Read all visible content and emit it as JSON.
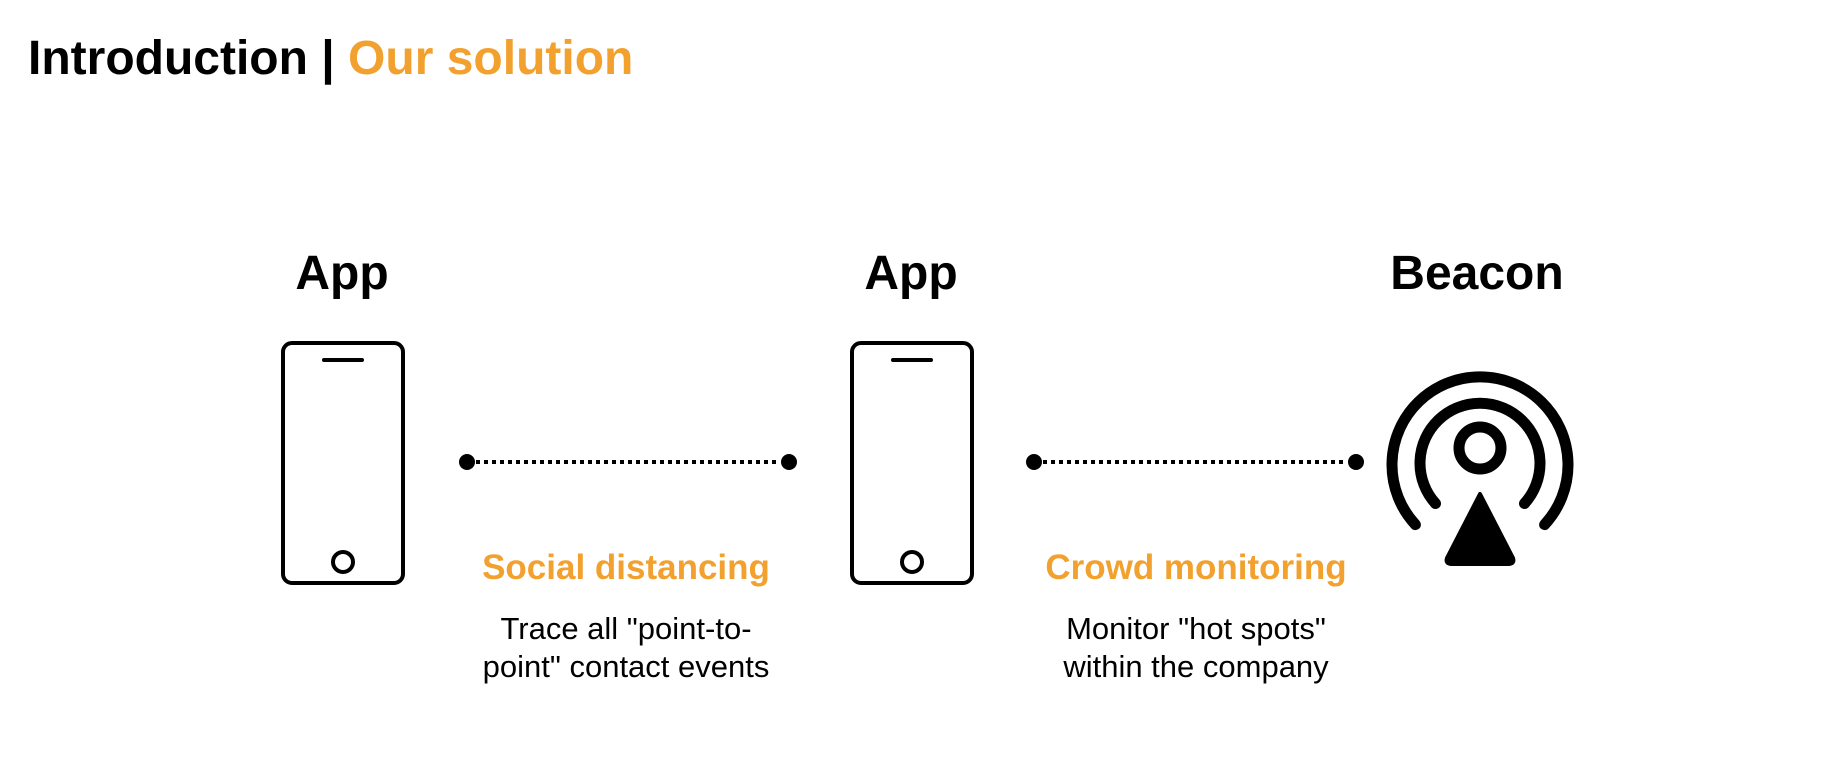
{
  "header": {
    "title_main": "Introduction",
    "separator": " | ",
    "title_accent": "Our solution"
  },
  "nodes": [
    {
      "label": "App",
      "icon": "smartphone-icon"
    },
    {
      "label": "App",
      "icon": "smartphone-icon"
    },
    {
      "label": "Beacon",
      "icon": "beacon-broadcast-icon"
    }
  ],
  "links": [
    {
      "title": "Social distancing",
      "description": "Trace all \"point-to-point\" contact events"
    },
    {
      "title": "Crowd monitoring",
      "description": "Monitor \"hot spots\" within the company"
    }
  ],
  "colors": {
    "accent": "#F2A12E",
    "text": "#000000",
    "background": "#FFFFFF"
  }
}
